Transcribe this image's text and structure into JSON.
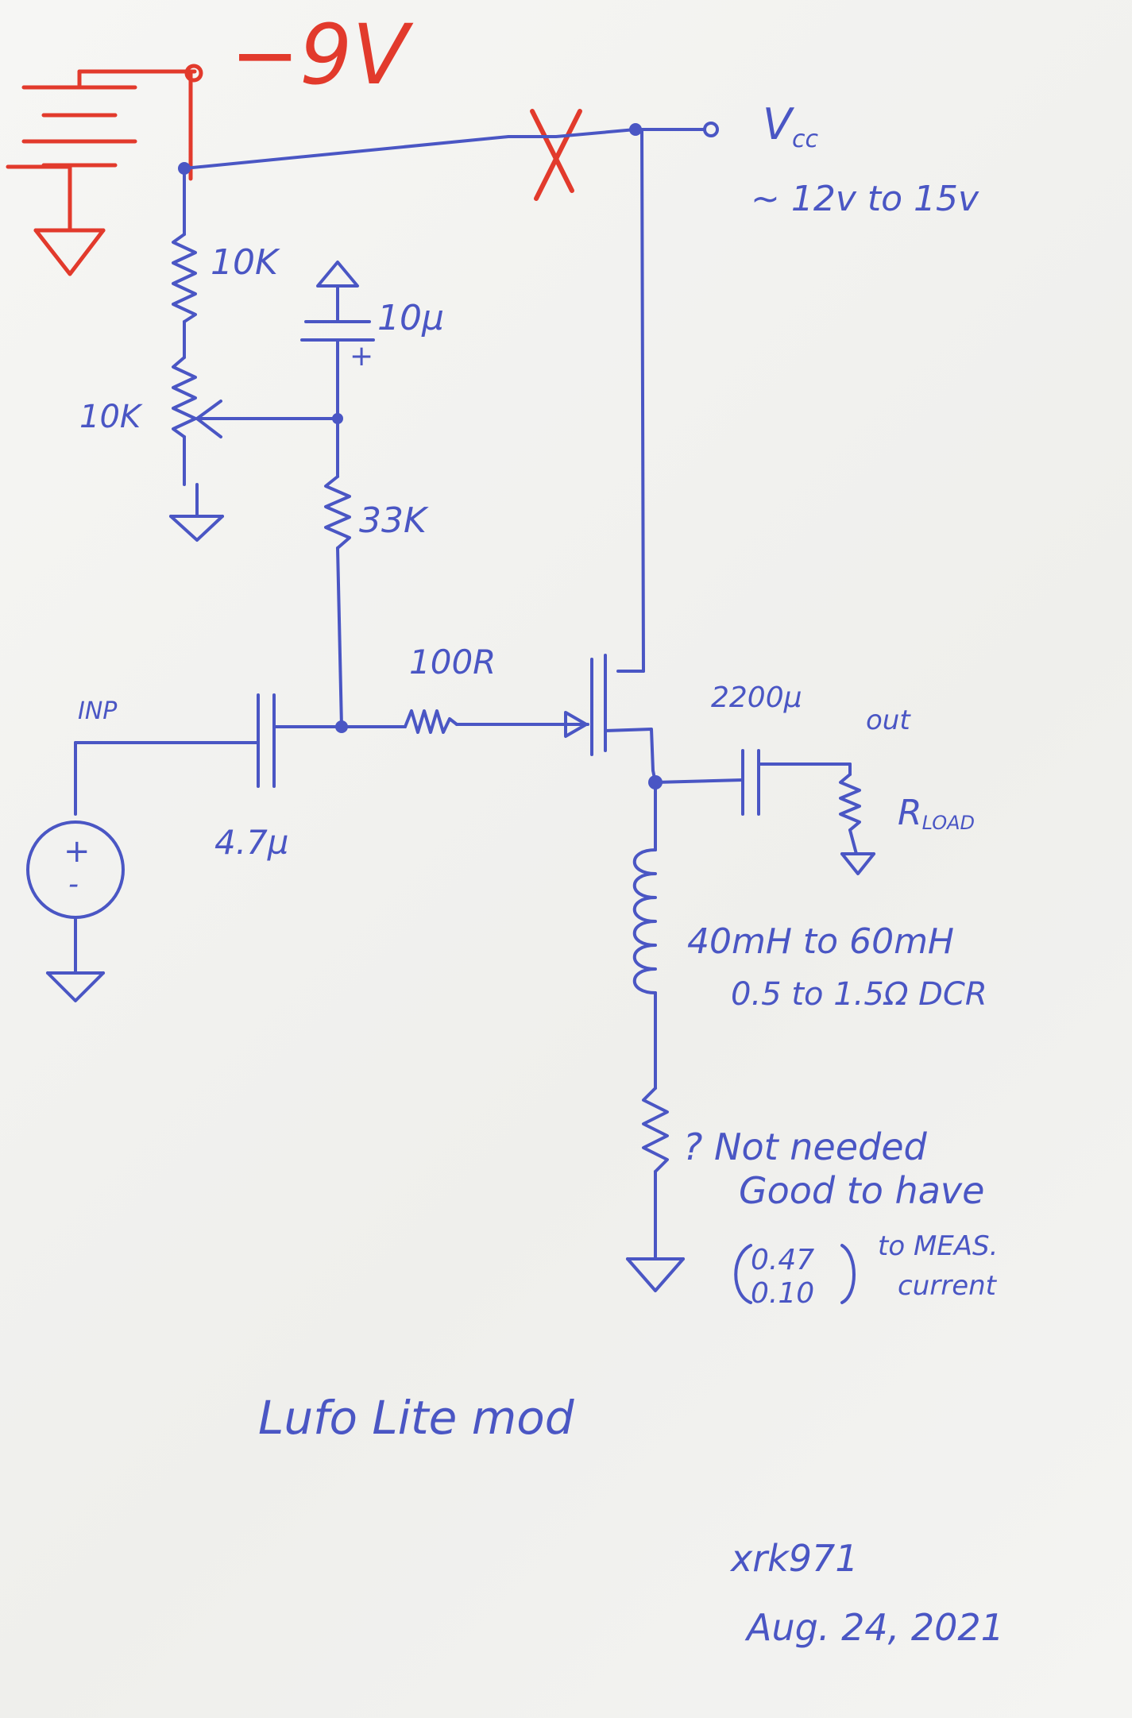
{
  "colors": {
    "ink": "#4a56c4",
    "red": "#e23a2c"
  },
  "labels": {
    "battery_voltage": "−9V",
    "vcc": "V",
    "vcc_sub": "cc",
    "vcc_range": "~ 12v to 15v",
    "r1": "10K",
    "pot": "10K",
    "cap_bias": "10µ",
    "cap_bias_plus": "+",
    "r_bias": "33K",
    "r_gate": "100R",
    "input": "INP",
    "cap_in": "4.7µ",
    "source_plus": "+",
    "source_minus": "-",
    "cap_out": "2200µ",
    "output": "out",
    "rload": "R",
    "rload_sub": "LOAD",
    "inductor_line1": "40mH to 60mH",
    "inductor_line2": "0.5 to 1.5Ω DCR",
    "sense_line1": "? Not needed",
    "sense_line2": "Good to have",
    "sense_line3": "to MEAS.",
    "sense_line4": "current",
    "sense_val1": "0.47",
    "sense_val2": "0.10",
    "title": "Lufo Lite mod",
    "author": "xrk971",
    "date": "Aug. 24, 2021"
  }
}
